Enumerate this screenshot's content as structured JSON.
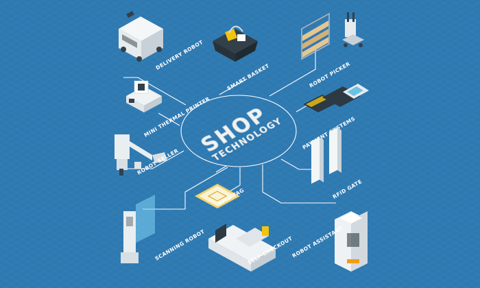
{
  "title": {
    "line1": "SHOP",
    "line2": "TECHNOLOGY"
  },
  "nodes": [
    {
      "id": "delivery-robot",
      "label": "DELIVERY ROBOT",
      "icon": "delivery-robot-icon"
    },
    {
      "id": "smart-basket",
      "label": "SMART BASKET",
      "icon": "shopping-basket-icon"
    },
    {
      "id": "robot-picker",
      "label": "ROBOT PICKER",
      "icon": "warehouse-shelf-icon"
    },
    {
      "id": "mini-thermal-printer",
      "label": "MINI THERMAL PRINTER",
      "icon": "thermal-printer-icon"
    },
    {
      "id": "payment-systems",
      "label": "PAYMENT SYSTEMS",
      "icon": "credit-card-icon"
    },
    {
      "id": "robot-seller",
      "label": "ROBOT SELLER",
      "icon": "robot-arm-icon"
    },
    {
      "id": "rfid-gate",
      "label": "RFID GATE",
      "icon": "rfid-gate-icon"
    },
    {
      "id": "rfid-tag",
      "label": "RFID TAG",
      "icon": "rfid-tag-icon"
    },
    {
      "id": "scanning-robot",
      "label": "SCANNING ROBOT",
      "icon": "scanning-robot-icon"
    },
    {
      "id": "self-checkout",
      "label": "SELF-CHECKOUT",
      "icon": "self-checkout-icon"
    },
    {
      "id": "robot-assistant",
      "label": "ROBOT ASSISTANT",
      "icon": "robot-assistant-icon"
    }
  ],
  "colors": {
    "background": "#2f79b1",
    "grid": "#3a85bd",
    "line": "#ffffff",
    "device": "#e9eef1"
  }
}
